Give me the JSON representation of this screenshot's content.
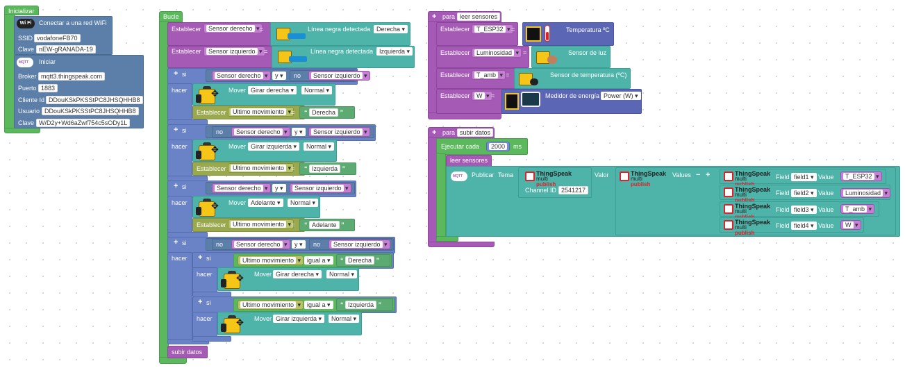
{
  "colors": {
    "green": "#5cb85c",
    "teal": "#4eb3a8",
    "purple": "#a55ab5",
    "blue": "#6a82c6",
    "slate": "#5b7fa8",
    "olive": "#9aa84e"
  },
  "init": {
    "title": "Inicializar",
    "wifi": {
      "label": "Conectar a una red WiFi",
      "ssid_label": "SSID",
      "ssid": "vodafoneFB70",
      "key_label": "Clave",
      "key": "nEW-gRANADA-19"
    },
    "mqtt": {
      "badge": "MQTT",
      "label": "Iniciar",
      "broker_label": "Broker",
      "broker": "mqtt3.thingspeak.com",
      "port_label": "Puerto",
      "port": "1883",
      "client_label": "Cliente Id",
      "client": "DDouKSkPKSStPC8JHSQHHB8",
      "user_label": "Usuario",
      "user": "DDouKSkPKSStPC8JHSQHHB8",
      "pass_label": "Clave",
      "pass": "W/D2y+Wd6aZwf754c5sODy1L"
    }
  },
  "loop": {
    "title": "Bucle",
    "set_label": "Establecer",
    "set1": {
      "var": "Sensor derecho",
      "sensor": "Línea negra detectada",
      "option": "Derecha"
    },
    "set2": {
      "var": "Sensor izquierdo",
      "sensor": "Línea negra detectada",
      "option": "Izquierda"
    },
    "si": "si",
    "hacer": "hacer",
    "y": "y",
    "no": "no",
    "igual": "igual a",
    "move": "Mover",
    "if1": {
      "a": "Sensor derecho",
      "b": "Sensor izquierdo",
      "dir": "Girar derecha",
      "speed": "Normal",
      "var": "Ultimo movimiento",
      "val": "Derecha"
    },
    "if2": {
      "a": "Sensor derecho",
      "b": "Sensor izquierdo",
      "dir": "Girar izquierda",
      "speed": "Normal",
      "var": "Ultimo movimiento",
      "val": "Izquierda"
    },
    "if3": {
      "a": "Sensor derecho",
      "b": "Sensor izquierdo",
      "dir": "Adelante",
      "speed": "Normal",
      "var": "Ultimo movimiento",
      "val": "Adelante"
    },
    "if4": {
      "a": "Sensor derecho",
      "b": "Sensor izquierdo",
      "in1": {
        "var": "Ultimo movimiento",
        "val": "Derecha",
        "dir": "Girar derecha",
        "speed": "Normal"
      },
      "in2": {
        "var": "Ultimo movimiento",
        "val": "Izquierda",
        "dir": "Girar izquierda",
        "speed": "Normal"
      }
    },
    "call": "subir datos"
  },
  "read": {
    "para": "para",
    "name": "leer sensores",
    "rows": [
      {
        "var": "T_ESP32",
        "label": "Temperatura ºC"
      },
      {
        "var": "Luminosidad",
        "label": "Sensor de luz"
      },
      {
        "var": "T_amb",
        "label": "Sensor de temperatura (ºC)"
      },
      {
        "var": "W",
        "label": "Medidor de energía",
        "option": "Power (W)"
      }
    ]
  },
  "upload": {
    "para": "para",
    "name": "subir datos",
    "every": "Ejecutar cada",
    "ms_value": "2000",
    "ms": "ms",
    "call": "leer sensores",
    "publish": "Publicar",
    "tema": "Tema",
    "valor": "Valor",
    "values": "Values",
    "channel_label": "Channel ID",
    "channel": "2541217",
    "ts_title": "ThingSpeak",
    "ts_multi": "multi",
    "ts_pub": "publish",
    "field_label": "Field",
    "value_label": "Value",
    "fields": [
      {
        "field": "field1",
        "value": "T_ESP32"
      },
      {
        "field": "field2",
        "value": "Luminosidad"
      },
      {
        "field": "field3",
        "value": "T_amb"
      },
      {
        "field": "field4",
        "value": "W"
      }
    ]
  }
}
